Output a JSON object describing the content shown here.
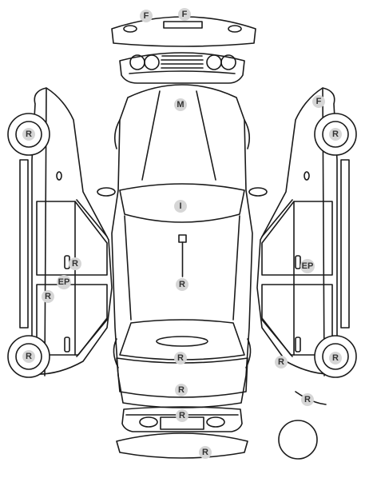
{
  "diagram": {
    "markers": [
      {
        "id": "front-bumper-left",
        "code": "F"
      },
      {
        "id": "front-bumper-right",
        "code": "F"
      },
      {
        "id": "hood",
        "code": "M"
      },
      {
        "id": "windshield",
        "code": "I"
      },
      {
        "id": "roof",
        "code": "R"
      },
      {
        "id": "rear-window",
        "code": "R"
      },
      {
        "id": "trunk",
        "code": "R"
      },
      {
        "id": "rear-panel",
        "code": "R"
      },
      {
        "id": "rear-bumper",
        "code": "R"
      },
      {
        "id": "left-front-wheel",
        "code": "R"
      },
      {
        "id": "left-rear-wheel",
        "code": "R"
      },
      {
        "id": "left-door-handle",
        "code": "R"
      },
      {
        "id": "left-rocker",
        "code": "EP"
      },
      {
        "id": "left-rear-door",
        "code": "R"
      },
      {
        "id": "right-front-fender",
        "code": "F"
      },
      {
        "id": "right-front-wheel",
        "code": "R"
      },
      {
        "id": "right-door-handle",
        "code": "EP"
      },
      {
        "id": "right-rear-quarter",
        "code": "R"
      },
      {
        "id": "right-rear-wheel",
        "code": "R"
      },
      {
        "id": "right-rear-bumper",
        "code": "R"
      }
    ]
  }
}
